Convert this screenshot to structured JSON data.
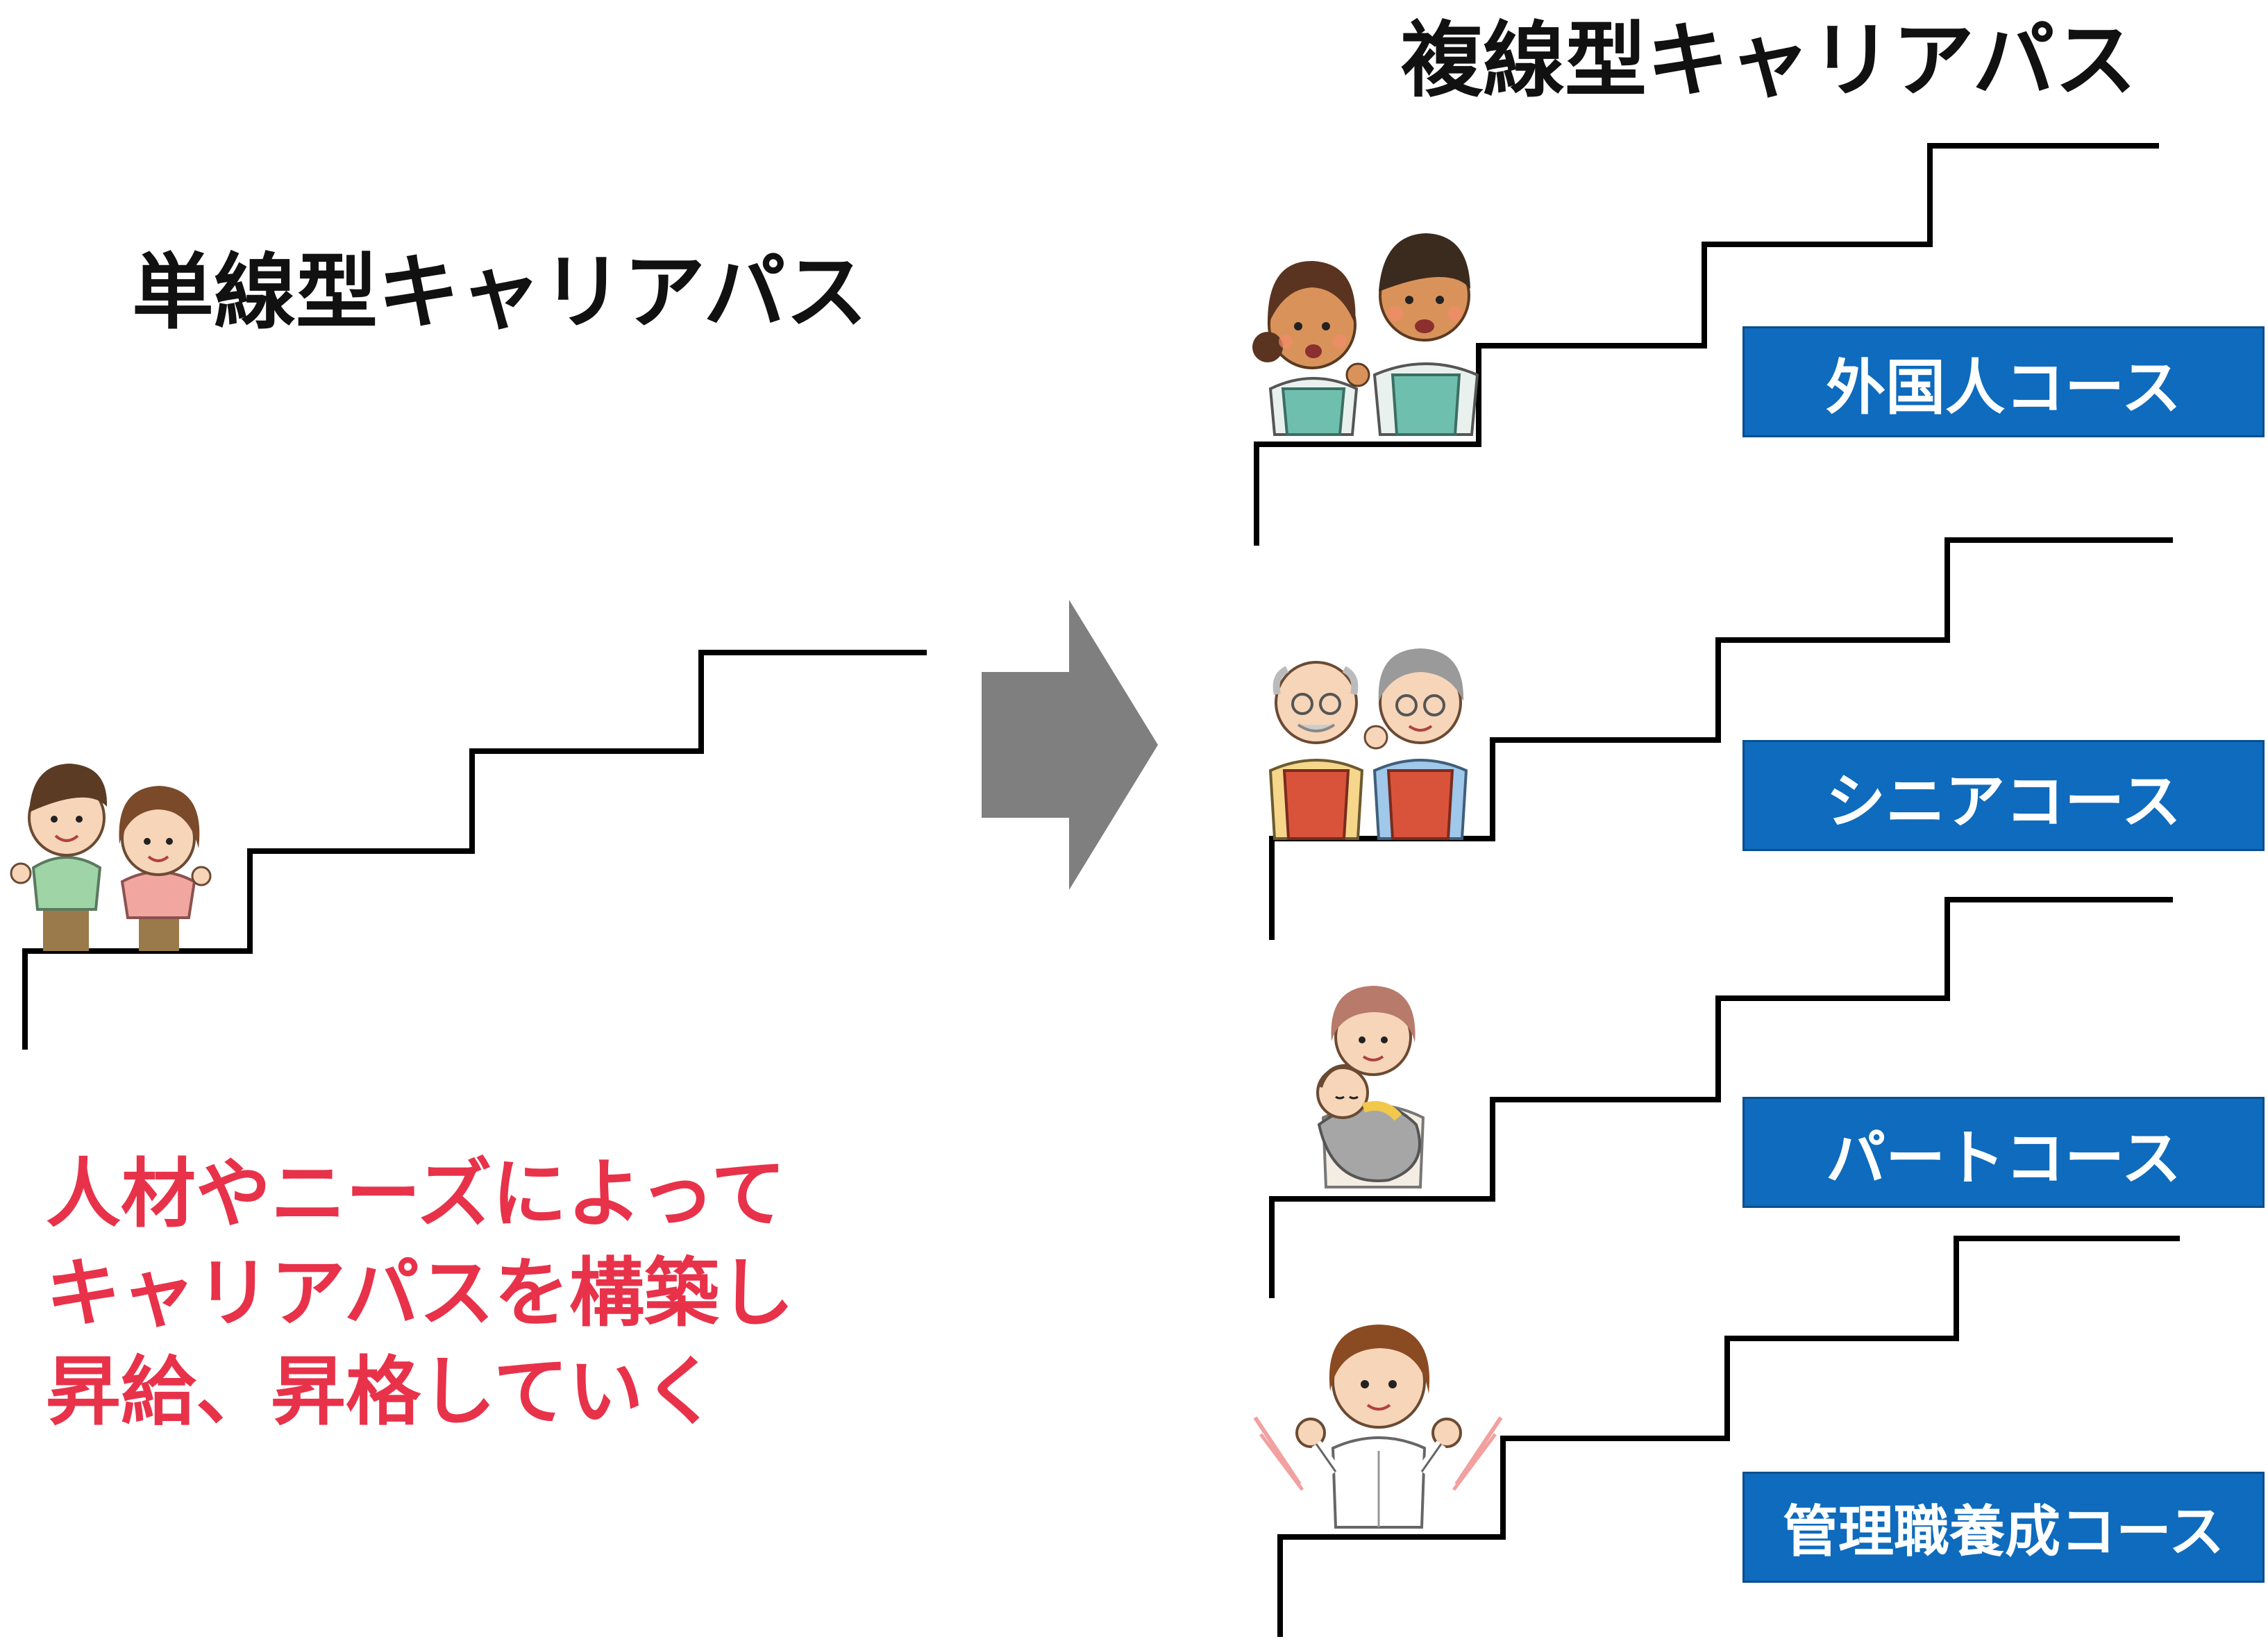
{
  "left_title": "単線型キャリアパス",
  "right_title": "複線型キャリアパス",
  "message_lines": [
    "人材やニーズによって",
    "キャリアパスを構築し",
    "昇給、昇格していく"
  ],
  "courses": [
    {
      "label": "外国人コース"
    },
    {
      "label": "シニアコース"
    },
    {
      "label": "パートコース"
    },
    {
      "label": "管理職養成コース"
    }
  ],
  "colors": {
    "message": "#e8324a",
    "course_fill": "#0e6bbd",
    "arrow": "#7f7f7f",
    "stair_line": "#000000"
  },
  "icons": [
    "staff-pair-icon",
    "foreign-workers-icon",
    "senior-workers-icon",
    "mother-with-baby-icon",
    "manager-woman-icon",
    "right-arrow-icon"
  ]
}
